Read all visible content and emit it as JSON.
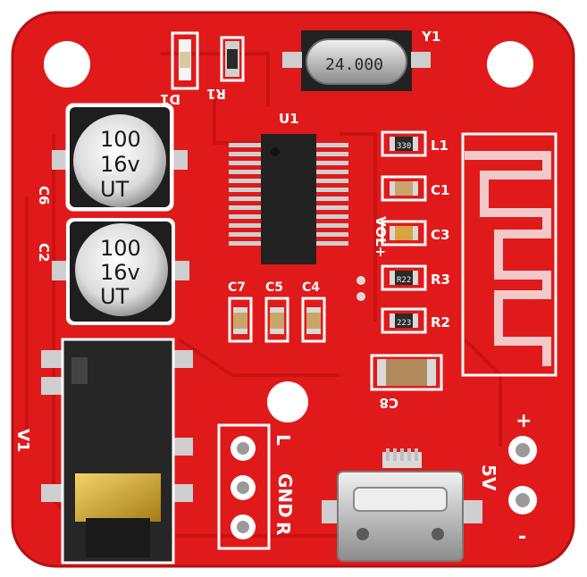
{
  "board": {
    "color": "#e01a1a",
    "silkscreen_color": "#ffffff"
  },
  "crystal": {
    "designator": "Y1",
    "marking": "24.000"
  },
  "ic": {
    "designator": "U1"
  },
  "led": {
    "designator": "D1"
  },
  "resistor_r1": {
    "designator": "R1"
  },
  "capacitors": [
    {
      "designator": "C6",
      "line1": "100",
      "line2": "16v",
      "line3": "UT"
    },
    {
      "designator": "C2",
      "line1": "100",
      "line2": "16v",
      "line3": "UT"
    }
  ],
  "small_caps": [
    "C7",
    "C5",
    "C4"
  ],
  "right_parts": [
    {
      "designator": "L1",
      "marking": "330"
    },
    {
      "designator": "C1",
      "marking": ""
    },
    {
      "designator": "C3",
      "marking": ""
    },
    {
      "designator": "R3",
      "marking": "R22"
    },
    {
      "designator": "R2",
      "marking": "223"
    }
  ],
  "c8": {
    "designator": "C8"
  },
  "vol_label": "VOL+",
  "jack": {
    "designator": "V1"
  },
  "audio_header": [
    "L",
    "GND",
    "R"
  ],
  "power": {
    "label": "5V",
    "plus": "+",
    "minus": "-"
  },
  "colors": {
    "solder": "#d9d9d9",
    "gold": "#c9a227",
    "ic_body": "#222222",
    "cap_top": "#e6e6e6"
  }
}
